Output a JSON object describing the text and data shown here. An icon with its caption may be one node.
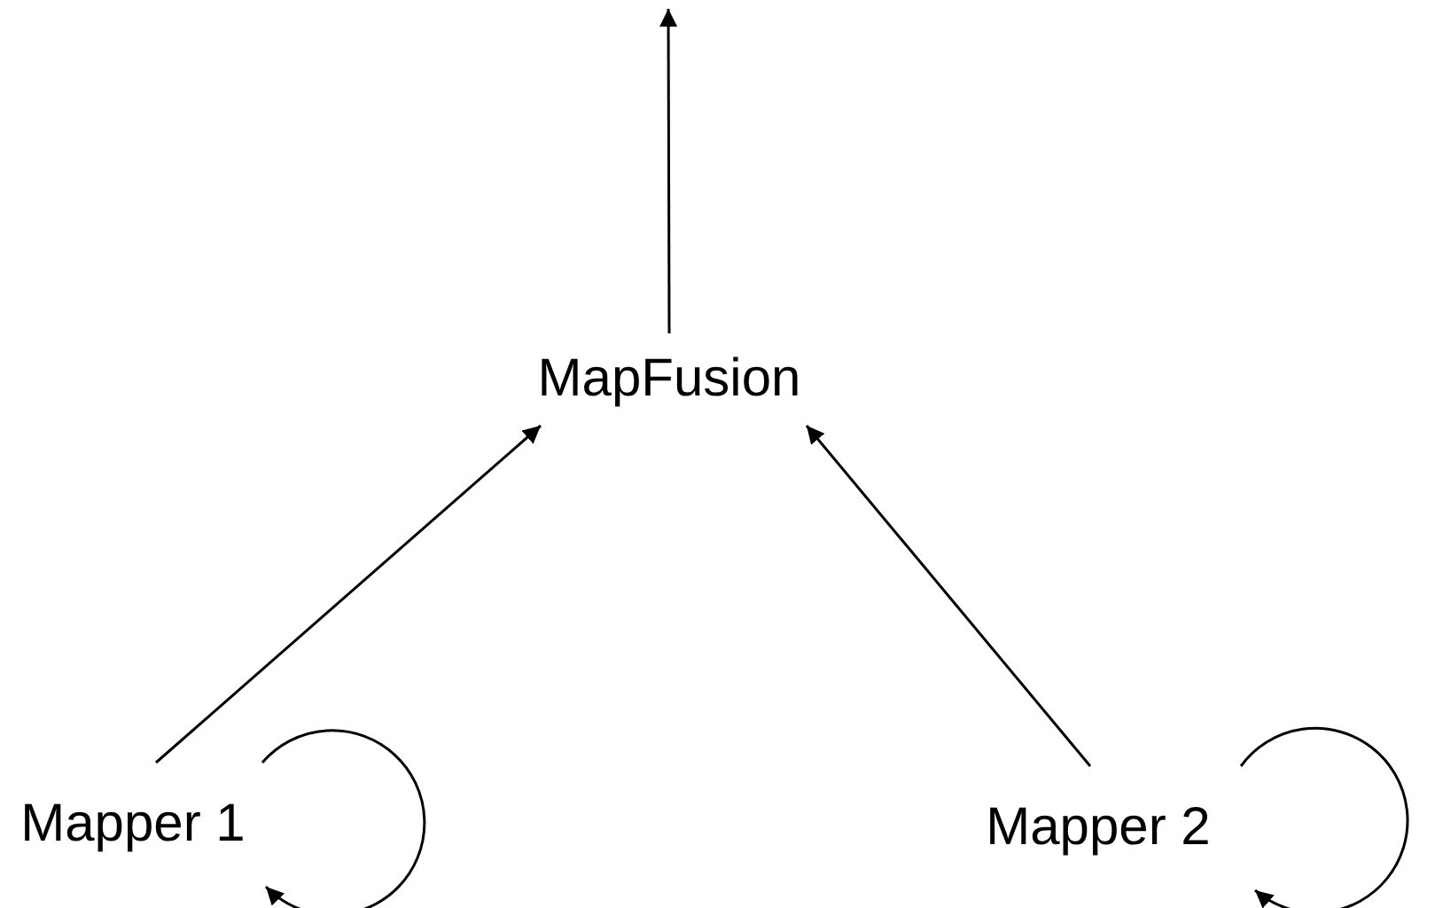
{
  "diagram": {
    "nodes": [
      {
        "text": [
          "MapFusion"
        ]
      },
      {
        "text": [
          "Mapper 1"
        ]
      },
      {
        "text": [
          "Mapper 2"
        ]
      }
    ],
    "edges": [
      {
        "from": 1,
        "to": 0,
        "arrow": "to"
      },
      {
        "from": 2,
        "to": 0,
        "arrow": "to"
      },
      {
        "from": 0,
        "to": null,
        "arrow": "to"
      },
      {
        "from": 1,
        "to": 1,
        "arrow": "to"
      },
      {
        "from": 2,
        "to": 2,
        "arrow": "to"
      }
    ]
  }
}
